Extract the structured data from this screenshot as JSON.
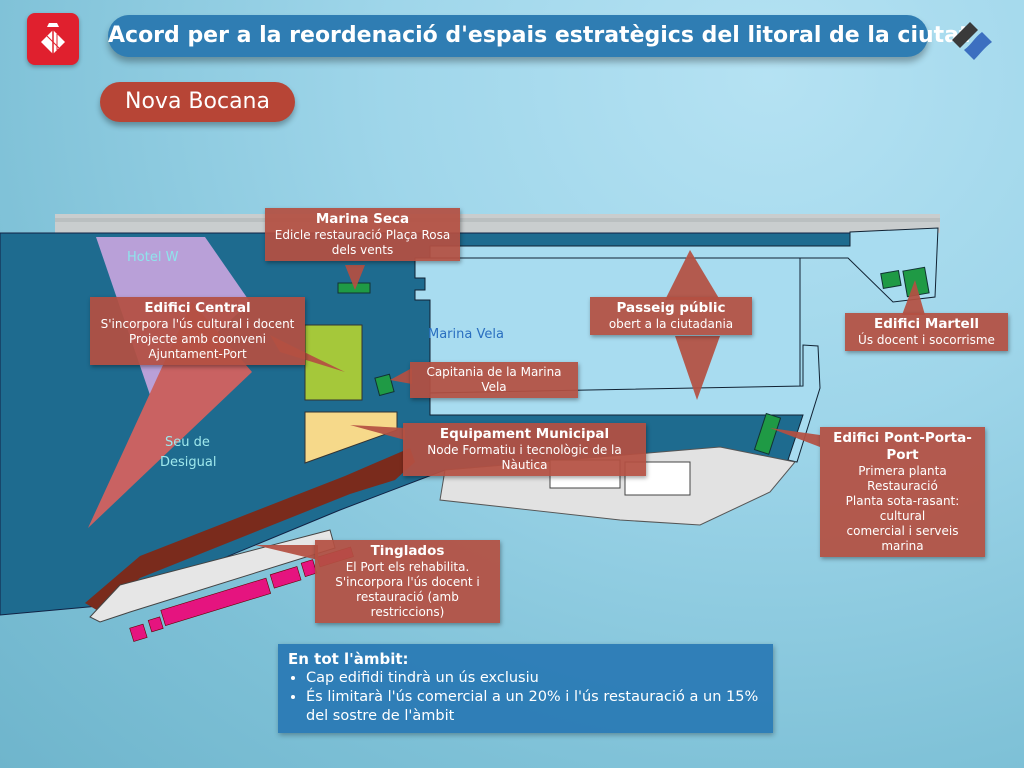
{
  "header": {
    "title": "Acord per a la reordenació d'espais estratègics del litoral de la ciutat",
    "section": "Nova Bocana"
  },
  "logos": {
    "left": "Ajuntament de Barcelona",
    "right": "Port de Barcelona"
  },
  "map": {
    "areas": {
      "hotel_w": "Hotel W",
      "seu_desigual_1": "Seu de",
      "seu_desigual_2": "Desigual",
      "marina_vela": "Marina Vela"
    },
    "labels": {
      "marina_seca": {
        "title": "Marina Seca",
        "lines": [
          "Edicle restauració Plaça Rosa",
          "dels vents"
        ]
      },
      "edifici_central": {
        "title": "Edifici Central",
        "lines": [
          "S'incorpora l'ús cultural i docent",
          "Projecte amb coonveni",
          "Ajuntament-Port"
        ]
      },
      "capitania": {
        "title": "Capitania de la Marina Vela"
      },
      "passeig": {
        "title": "Passeig públic",
        "lines": [
          "obert a la ciutadania"
        ]
      },
      "martell": {
        "title": "Edifici Martell",
        "lines": [
          "Ús docent i socorrisme"
        ]
      },
      "equipament": {
        "title": "Equipament Municipal",
        "lines": [
          "Node Formatiu i tecnològic de la Nàutica"
        ]
      },
      "pont": {
        "title": "Edifici Pont-Porta-Port",
        "lines": [
          "Primera planta Restauració",
          "Planta sota-rasant: cultural",
          "comercial i serveis marina"
        ]
      },
      "tinglados": {
        "title": "Tinglados",
        "lines": [
          "El Port els rehabilita.",
          "S'incorpora l'ús docent i",
          "restauració (amb restriccions)"
        ]
      }
    }
  },
  "info": {
    "heading": "En tot l'àmbit:",
    "bullets": [
      "Cap edifidi tindrà un ús exclusiu",
      "És limitarà l'ús comercial a un 20% i l'ús restauració a un 15% del sostre de l'àmbit"
    ]
  },
  "colors": {
    "title": "#2f7db3",
    "section": "#b74536",
    "label": "#b4503e",
    "land": "#1d6a8e",
    "water": "#a8dcf0"
  }
}
